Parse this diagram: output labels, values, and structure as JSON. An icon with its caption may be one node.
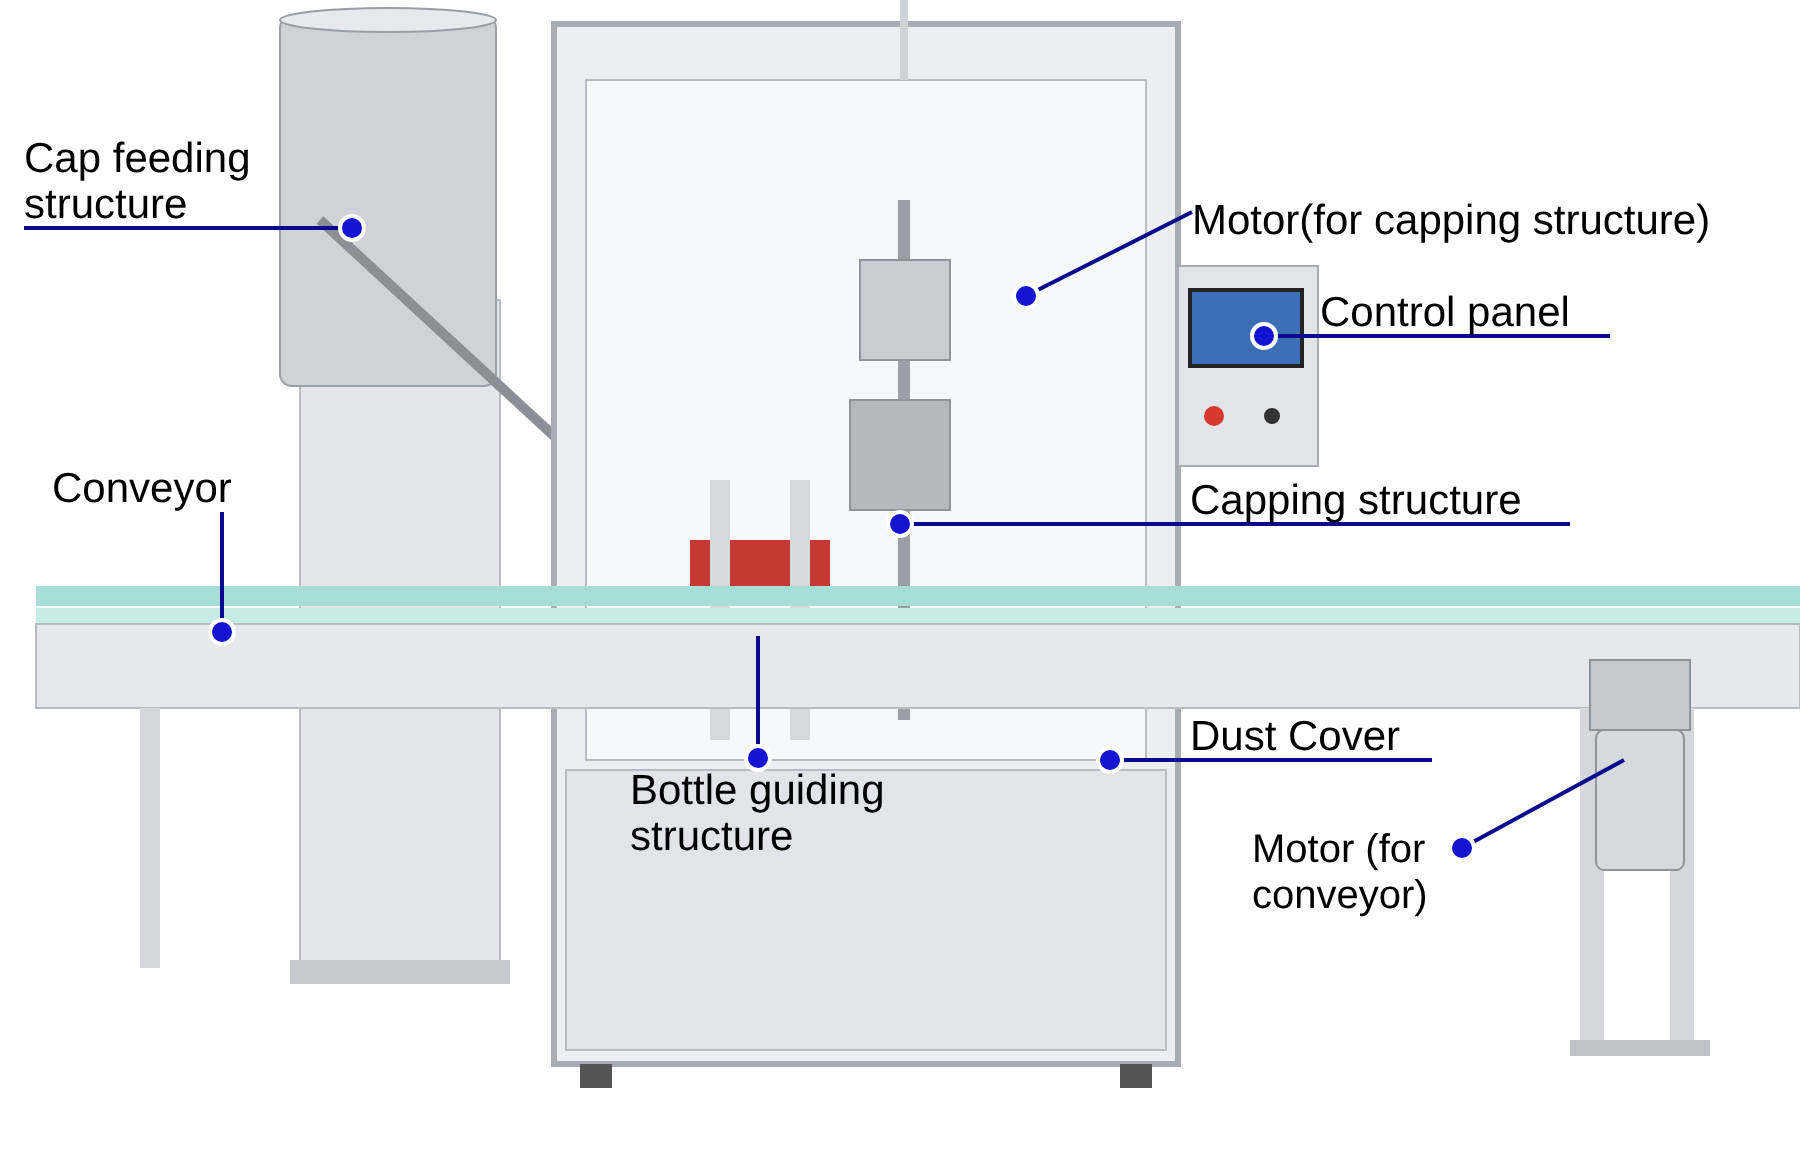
{
  "diagram": {
    "nodes": [
      {
        "text": [
          "Cap feeding structure"
        ]
      },
      {
        "text": [
          "Motor(for capping structure)"
        ]
      },
      {
        "text": [
          "Control panel"
        ]
      },
      {
        "text": [
          "Conveyor"
        ]
      },
      {
        "text": [
          "Capping structure"
        ]
      },
      {
        "text": [
          "Dust Cover"
        ]
      },
      {
        "text": [
          "Bottle guiding structure"
        ]
      },
      {
        "text": [
          "Motor (for conveyor)"
        ]
      },
      {
        "text": [],
        "shape": "circle"
      },
      {
        "text": [],
        "shape": "circle"
      },
      {
        "text": [],
        "shape": "circle"
      },
      {
        "text": [],
        "shape": "circle"
      },
      {
        "text": [],
        "shape": "circle"
      },
      {
        "text": [],
        "shape": "circle"
      },
      {
        "text": [],
        "shape": "circle"
      },
      {
        "text": [],
        "shape": "circle"
      }
    ],
    "edges": [
      {
        "from": 0,
        "to": 8,
        "arrow": "none"
      },
      {
        "from": 1,
        "to": 9,
        "arrow": "none"
      },
      {
        "from": 2,
        "to": 10,
        "arrow": "none"
      },
      {
        "from": 3,
        "to": 11,
        "arrow": "none"
      },
      {
        "from": 4,
        "to": 12,
        "arrow": "none"
      },
      {
        "from": 5,
        "to": 13,
        "arrow": "none"
      },
      {
        "from": 14,
        "to": null,
        "arrow": "none"
      },
      {
        "from": 15,
        "to": null,
        "arrow": "none"
      }
    ]
  }
}
